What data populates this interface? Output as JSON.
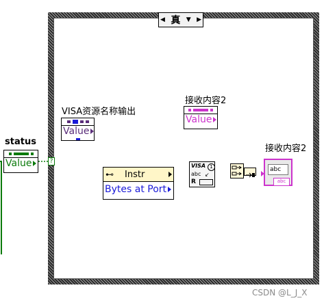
{
  "case_structure": {
    "selector_value": "真",
    "decrement_arrow": "◀",
    "increment_arrow": "▶",
    "dropdown_arrow": "▼"
  },
  "status_cluster": {
    "label": "status",
    "value_text": "Value",
    "tunnel_text": "?"
  },
  "visa_name_node": {
    "label": "VISA资源名称输出",
    "value_text": "Value"
  },
  "property_node": {
    "class_label": "Instr",
    "property_label": "Bytes at Port"
  },
  "read_node": {
    "title": "VISA",
    "sub": "abc",
    "mode": "R"
  },
  "receive_value_node": {
    "label": "接收内容2",
    "value_text": "Value"
  },
  "receive_indicator": {
    "label": "接收内容2",
    "screen_text": "abc",
    "type_text": "abc"
  },
  "watermark": "CSDN @L_J_X",
  "colors": {
    "string_wire": "#cc33cc",
    "refnum_wire": "#5a2d7a",
    "int_wire": "#1a1ad8",
    "bool_wire": "#0a7a0a",
    "frame": "#2a2a2a"
  }
}
